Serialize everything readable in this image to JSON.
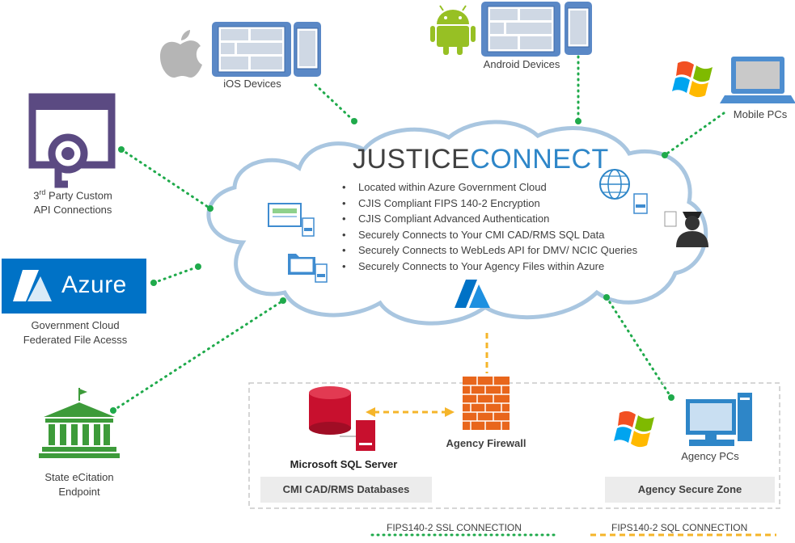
{
  "title": {
    "part1": "JUSTICE",
    "part2": "CONNECT"
  },
  "bullets": [
    "Located within Azure Government Cloud",
    "CJIS Compliant FIPS 140-2 Encryption",
    "CJIS Compliant Advanced Authentication",
    "Securely Connects to Your CMI CAD/RMS SQL Data",
    "Securely Connects to WebLeds API for DMV/ NCIC Queries",
    "Securely Connects to Your Agency Files within Azure"
  ],
  "nodes": {
    "ios": "iOS Devices",
    "android": "Android Devices",
    "mobile_pcs": "Mobile PCs",
    "api_line1_pre": "3",
    "api_line1_sup": "rd",
    "api_line1_post": " Party Custom",
    "api_line2": "API Connections",
    "azure_logo": "Azure",
    "azure_line1": "Government Cloud",
    "azure_line2": "Federated File Acesss",
    "ecitation_line1": "State eCitation",
    "ecitation_line2": "Endpoint",
    "sql_server": "Microsoft SQL Server",
    "firewall": "Agency Firewall",
    "agency_pcs": "Agency PCs"
  },
  "zones": {
    "databases": "CMI CAD/RMS Databases",
    "secure_zone": "Agency Secure Zone"
  },
  "legend": {
    "ssl": "FIPS140-2 SSL CONNECTION",
    "sql": "FIPS140-2 SQL CONNECTION"
  },
  "colors": {
    "ssl_line": "#1faa4b",
    "sql_line": "#f5b52a",
    "cloud_stroke": "#a9c6e0",
    "azure_blue": "#0072c6",
    "title_blue": "#2e86c8",
    "api_purple": "#5b4a82",
    "ecitation_green": "#3d9b3a",
    "sql_red": "#c8102e",
    "firewall_orange": "#e8661c"
  }
}
